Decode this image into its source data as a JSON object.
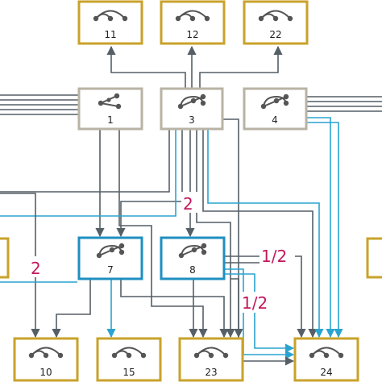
{
  "colors": {
    "output_border": "#c9a22a",
    "source_border": "#b9b3a5",
    "middle_border": "#1f8fc0",
    "edge_dark": "#555f66",
    "edge_blue": "#2aa3d0",
    "edge_label": "#c2185b",
    "icon": "#555555"
  },
  "nodes": {
    "n11": {
      "label": "11",
      "icon": "arc-graph-icon"
    },
    "n12": {
      "label": "12",
      "icon": "arc-graph-icon"
    },
    "n22": {
      "label": "22",
      "icon": "arc-graph-icon"
    },
    "n1": {
      "label": "1",
      "icon": "branch-graph-icon"
    },
    "n3": {
      "label": "3",
      "icon": "arc-branch-graph-icon"
    },
    "n4": {
      "label": "4",
      "icon": "arc-branch-graph-icon"
    },
    "n7": {
      "label": "7",
      "icon": "arc-branch-graph-icon"
    },
    "n8": {
      "label": "8",
      "icon": "arc-branch-graph-icon"
    },
    "n10": {
      "label": "10",
      "icon": "arc-graph-icon"
    },
    "n15": {
      "label": "15",
      "icon": "arc-graph-icon"
    },
    "n23": {
      "label": "23",
      "icon": "arc-graph-icon"
    },
    "n24": {
      "label": "24",
      "icon": "arc-graph-icon"
    }
  },
  "edge_labels": {
    "e2_upper": "2",
    "e2_left": "2",
    "e12_upper": "1/2",
    "e12_lower": "1/2"
  }
}
